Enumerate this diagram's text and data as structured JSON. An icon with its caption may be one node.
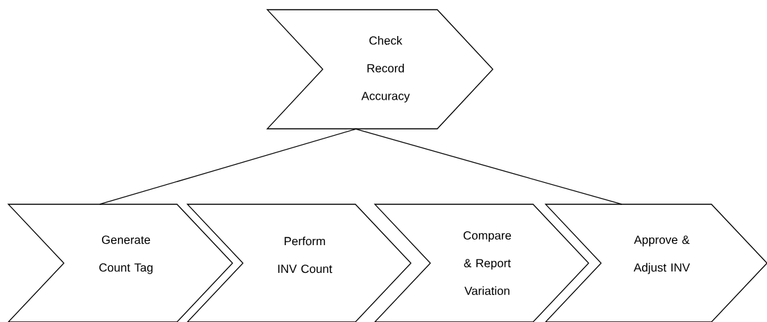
{
  "diagram": {
    "nodes": [
      {
        "text": [
          "Check Record Accuracy"
        ]
      },
      {
        "text": [
          "Generate Count Tag"
        ]
      },
      {
        "text": [
          "Perform INV Count"
        ]
      },
      {
        "text": [
          "Compare & Report Variation"
        ]
      },
      {
        "text": [
          "Approve & Adjust INV"
        ]
      }
    ],
    "edges": [
      {
        "from": 0,
        "to": 1,
        "arrow": "none"
      },
      {
        "from": 0,
        "to": 4,
        "arrow": "none"
      }
    ]
  }
}
